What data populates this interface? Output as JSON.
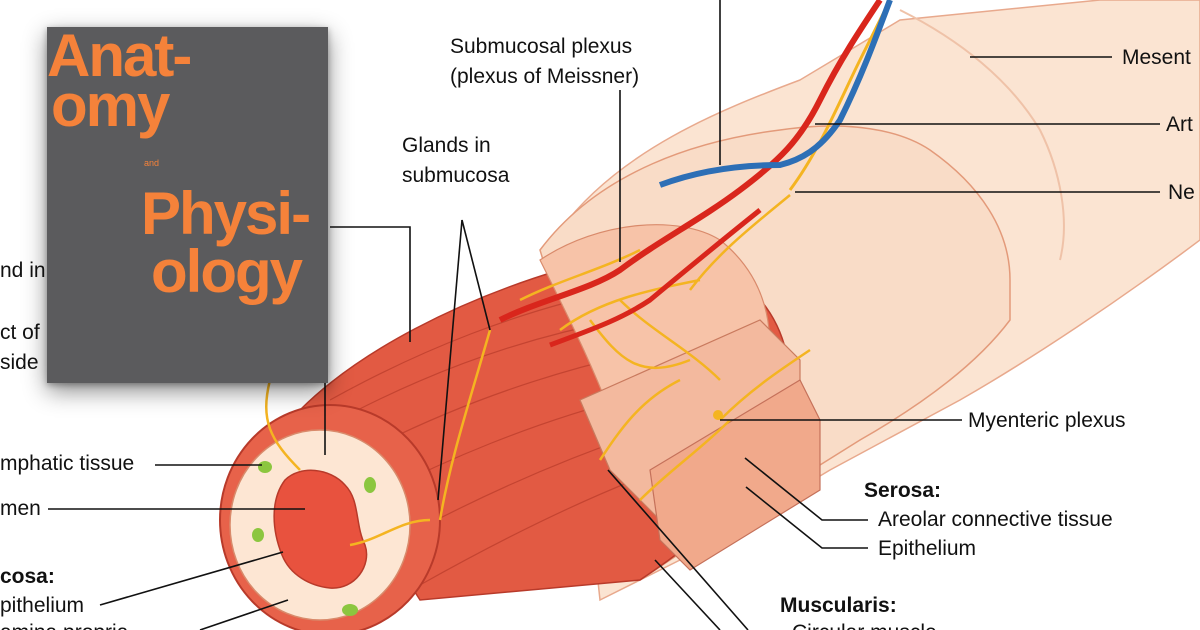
{
  "book_cover": {
    "title_line1": "Anat-",
    "title_line2": "omy",
    "conjunction": "and",
    "title_line3": "Physi-",
    "title_line4": "ology",
    "background_color": "#5b5b5d",
    "title_color": "#f5823a"
  },
  "labels": {
    "submucosal_plexus_l1": "Submucosal plexus",
    "submucosal_plexus_l2": "(plexus of Meissner)",
    "glands_l1": "Glands in",
    "glands_l2": "submucosa",
    "mesentery": "Mesent",
    "artery": "Art",
    "nerve": "Ne",
    "gland_partial": "nd in",
    "duct_partial_l1": "ct of",
    "duct_partial_l2": "side",
    "lymphatic_tissue": "mphatic tissue",
    "lumen": "men",
    "mucosa_heading": "cosa:",
    "mucosa_epithelium": "pithelium",
    "mucosa_lamina_partial": "amina propria",
    "myenteric_plexus": "Myenteric plexus",
    "serosa_heading": "Serosa:",
    "serosa_areolar": "Areolar connective tissue",
    "serosa_epithelium": "Epithelium",
    "muscularis_heading": "Muscularis:",
    "muscularis_circular_partial": "Circular muscle"
  },
  "colors": {
    "muscle": "#e25a43",
    "muscle_dark": "#b83a2a",
    "serosa": "#f9dcc7",
    "mesentery": "#fbe4d2",
    "submucosa": "#f7c3a8",
    "mucosa": "#fde6d3",
    "lumen": "#e8523e",
    "nerve": "#f4b421",
    "artery": "#d9261c",
    "vein": "#2d6fb6",
    "lymph_nodule": "#8cc63f"
  }
}
